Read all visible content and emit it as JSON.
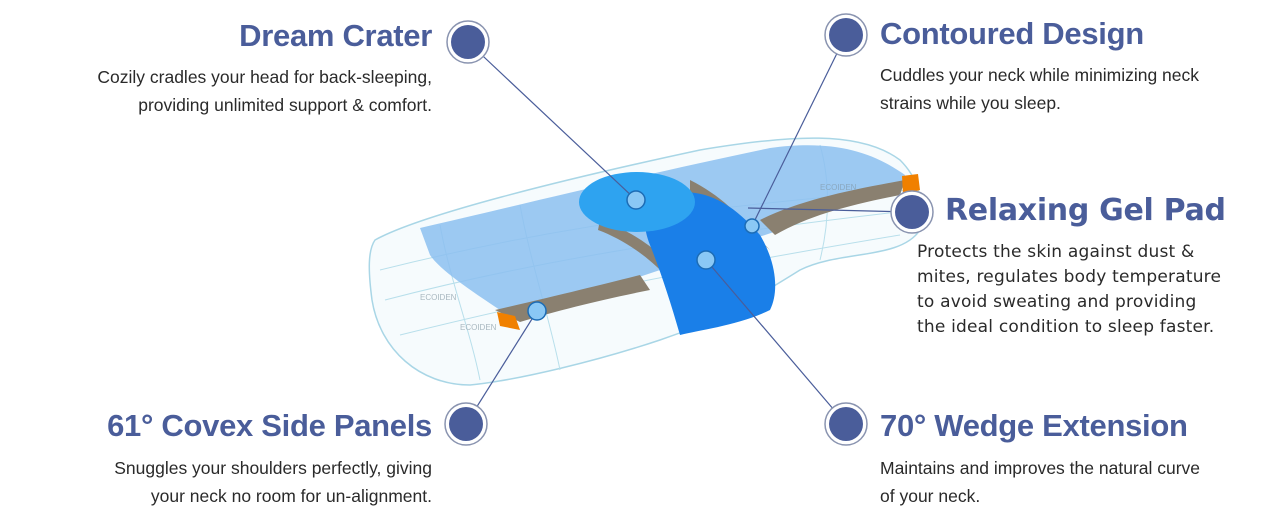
{
  "features": [
    {
      "title": "Dream Crater",
      "lines": [
        "Cozily cradles your head for back-sleeping,",
        "providing unlimited support & comfort."
      ]
    },
    {
      "title": "Contoured Design",
      "lines": [
        "Cuddles your neck while minimizing neck",
        "strains while you sleep."
      ]
    },
    {
      "title": "Relaxing Gel Pad",
      "lines": [
        "Protects the skin against dust &",
        "mites, regulates body temperature",
        "to avoid sweating and providing",
        "the ideal condition to sleep faster."
      ]
    },
    {
      "title": "61° Covex Side Panels",
      "lines": [
        "Snuggles your shoulders perfectly, giving",
        "your neck no room for un-alignment."
      ]
    },
    {
      "title": "70° Wedge Extension",
      "lines": [
        "Maintains and improves the natural curve",
        "of your neck."
      ]
    }
  ],
  "brand_watermark": "ECOIDEN",
  "colors": {
    "title": "#4a5d9a",
    "dot": "#4a5d9a",
    "gel": "#1a7fe8",
    "panel": "#8a8070",
    "accent": "#f08000"
  }
}
